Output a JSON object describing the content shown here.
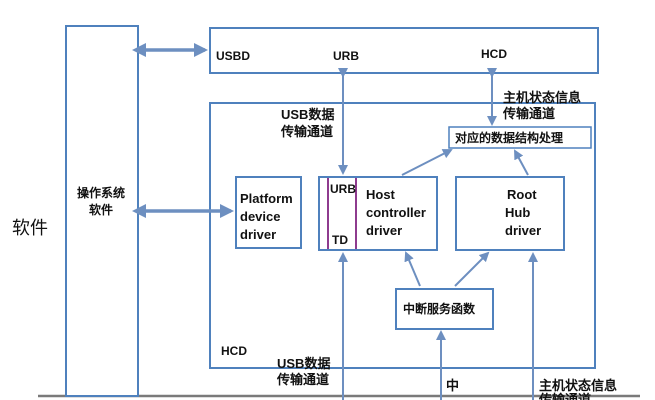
{
  "labels": {
    "software": "软件",
    "os_line1": "操作系统",
    "os_line2": "软件",
    "usbd": "USBD",
    "urb_top": "URB",
    "hcd_top": "HCD",
    "host_state_top_line1": "主机状态信息",
    "host_state_top_line2": "传输通道",
    "usb_data_top_line1": "USB数据",
    "usb_data_top_line2": "传输通道",
    "data_struct": "对应的数据结构处理",
    "platform_line1": "Platform",
    "platform_line2": "device",
    "platform_line3": "driver",
    "urb_cell": "URB",
    "td_cell": "TD",
    "host_line1": "Host",
    "host_line2": "controller",
    "host_line3": "driver",
    "root_line1": "Root",
    "root_line2": "Hub",
    "root_line3": "driver",
    "interrupt": "中断服务函数",
    "hcd_bottom": "HCD",
    "usb_data_bottom_line1": "USB数据",
    "usb_data_bottom_line2": "传输通道",
    "zhong": "中",
    "host_state_bottom_line1": "主机状态信息",
    "host_state_bottom_line2": "传输通道"
  }
}
